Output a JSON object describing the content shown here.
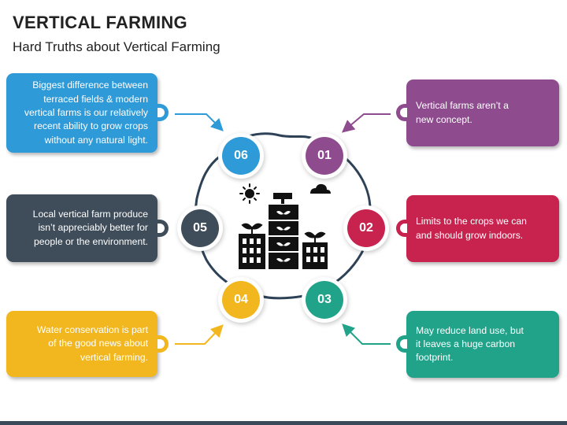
{
  "title": "VERTICAL FARMING",
  "subtitle": "Hard Truths about Vertical Farming",
  "colors": {
    "blue": "#2e9ad8",
    "purple": "#8e4c8f",
    "red": "#c8234f",
    "teal": "#21a38a",
    "yellow": "#f2b71e",
    "slate": "#3f4d5b",
    "hub_outline": "#2e4257"
  },
  "center_icon": "vertical-farm-buildings-icon",
  "items": [
    {
      "number": "01",
      "color": "purple",
      "lines": [
        "Vertical farms aren’t a",
        "new concept."
      ]
    },
    {
      "number": "02",
      "color": "red",
      "lines": [
        "Limits to the crops we can",
        "and should grow indoors."
      ]
    },
    {
      "number": "03",
      "color": "teal",
      "lines": [
        "May reduce land use, but",
        "it leaves a huge carbon",
        "footprint."
      ]
    },
    {
      "number": "04",
      "color": "yellow",
      "lines": [
        "Water conservation is part",
        "of the good news about",
        "vertical farming."
      ]
    },
    {
      "number": "05",
      "color": "slate",
      "lines": [
        "Local vertical farm produce",
        "isn’t appreciably better for",
        "people or the environment."
      ]
    },
    {
      "number": "06",
      "color": "blue",
      "lines": [
        "Biggest difference between",
        "terraced fields & modern",
        "vertical farms is our relatively",
        "recent ability to grow crops",
        "without any natural light."
      ]
    }
  ]
}
